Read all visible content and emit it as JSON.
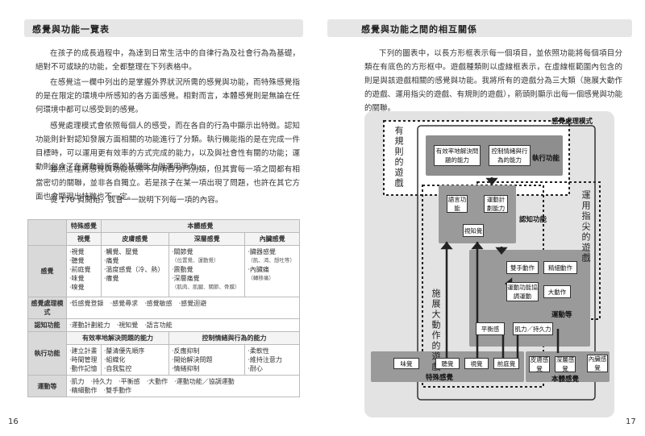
{
  "left": {
    "header": "感覺與功能一覽表",
    "paragraphs": [
      "在孩子的成長過程中，為達到日常生活中的自律行為及社會行為為基礎，絕對不可或缺的功能，全都整理在下列表格中。",
      "在感覺這一欄中列出的是掌握外界狀況所需的感覺與功能，而特殊感覺指的是在限定的環境中所感知的各方面感覺。相對而言，本體感覺則是無論在任何環境中都可以感受到的感覺。",
      "感覺處理模式會依照每個人的感受，而在各自的行為中顯示出特徵。認知功能則針對認知發展方面相關的功能進行了分類。執行機能指的是在完成一件目標時，可以運用更有效率的方式完成的能力，以及與社會性有關的功能；運動則包含了在運動時所需的基礎能力與運用能力。",
      "雖然這裡將感覺與功能依照不同項目分門別類，但其實每一項之間都有相當密切的關聯，並非各自獨立。若是孩子在某一項出現了問題，也許在其它方面也會顯現出特徵也不一定。",
      "從 170 頁開始，我會一一說明下列每一項的內容。"
    ],
    "table": {
      "col_special": "特殊感覺",
      "col_body": "本體感覺",
      "sub_headers": [
        "視覺",
        "皮膚感覺",
        "深層感覺",
        "內臟感覺"
      ],
      "row_sense": "感覺",
      "sense_cells": [
        [
          "‧視覺",
          "‧聽覺",
          "‧前庭覺",
          "‧味覺",
          "‧嗅覺"
        ],
        [
          "‧觸覺、壓覺",
          "‧痛覺",
          "‧溫度感覺（冷、熱）",
          "‧癢覺"
        ],
        [
          "‧關節覺",
          "（位置覺、運動覺）",
          "‧震動覺",
          "‧深層痛覺",
          "（肌肉、肌腱、關節、骨膜）"
        ],
        [
          "‧臟器感覺",
          "（飢、渴、想吐等）",
          "",
          "‧內臟痛",
          "（轉移痛）"
        ]
      ],
      "row_processing": "感覺處理模式",
      "processing": "‧低感覺登錄　‧感覺尋求　‧感覺敏感　‧感覺迴避",
      "row_cognitive": "認知功能",
      "cognitive": "‧運動計劃能力　‧視知覺　‧語言功能",
      "exec_sub1": "有效率地解決問題的能力",
      "exec_sub2": "控制情緒與行為的能力",
      "row_exec": "執行功能",
      "exec_cells": [
        [
          "‧建立計畫",
          "‧時間管理",
          "‧動作記憶"
        ],
        [
          "‧釐清優先順序",
          "‧組織化",
          "‧自我監控"
        ],
        [
          "‧反應抑制",
          "‧開始解決問題",
          "‧情緒抑制"
        ],
        [
          "‧柔軟性",
          "‧維持注意力",
          "‧耐心"
        ]
      ],
      "row_motor": "運動等",
      "motor_lines": [
        "‧肌力　‧持久力　‧平衡感　‧大動作　‧運動功能／協調運動",
        "‧精細動作　‧雙手動作"
      ]
    },
    "page_number": "16"
  },
  "right": {
    "header": "感覺與功能之間的相互關係",
    "paragraph": "下列的圖表中，以長方形框表示每一個項目，並依照功能將每個項目分類在有底色的方形框中。遊戲種類則以虛線框表示，在虛線框範圍內包含的則是與該遊戲相關的感覺與功能。我將所有的遊戲分為三大類（施展大動作的遊戲、運用指尖的遊戲、有規則的遊戲），箭頭則顯示出每一個感覺與功能的關聯。",
    "diagram": {
      "title": "感覺處理模式",
      "game_rules": "有規則的遊戲",
      "game_fingers": "運用指尖的遊戲",
      "game_big": "施展大動作的遊戲",
      "exec_label": "執行功能",
      "exec_box1": "有效率地解決問題的能力",
      "exec_box2": "控制情緒與行為的能力",
      "cog_label": "認知功能",
      "lang": "語言功能",
      "motor_plan": "運動計劃能力",
      "visual": "視知覺",
      "motor_label": "運動等",
      "bimanual": "雙手動作",
      "fine": "精細動作",
      "coord": "運動功能協調運動",
      "gross": "大動作",
      "balance": "平衡感",
      "strength": "肌力／持久力",
      "special_label": "特殊感覺",
      "body_label": "本體感覺",
      "taste": "味覺",
      "hearing": "聽覺",
      "sight": "視覺",
      "vestibular": "前庭覺",
      "skin": "皮膚感覺",
      "deep": "深層感覺",
      "visceral": "內臟感覺"
    },
    "page_number": "17"
  }
}
